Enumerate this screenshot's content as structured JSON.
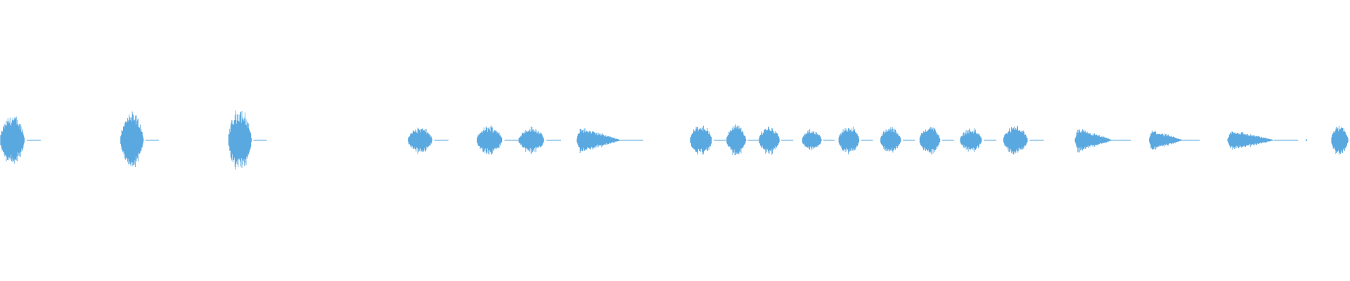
{
  "waveform": {
    "color": "#5aa8e0",
    "background": "#ffffff",
    "segments": [
      {
        "start": 0.0,
        "end": 0.02,
        "peak": 0.19,
        "shape": "blob"
      },
      {
        "start": 0.089,
        "end": 0.108,
        "peak": 0.21,
        "shape": "blob"
      },
      {
        "start": 0.169,
        "end": 0.188,
        "peak": 0.24,
        "shape": "blob"
      },
      {
        "start": 0.302,
        "end": 0.322,
        "peak": 0.1,
        "shape": "blob"
      },
      {
        "start": 0.353,
        "end": 0.374,
        "peak": 0.11,
        "shape": "blob"
      },
      {
        "start": 0.384,
        "end": 0.405,
        "peak": 0.1,
        "shape": "blob"
      },
      {
        "start": 0.427,
        "end": 0.46,
        "peak": 0.1,
        "shape": "taper"
      },
      {
        "start": 0.511,
        "end": 0.529,
        "peak": 0.12,
        "shape": "blob"
      },
      {
        "start": 0.538,
        "end": 0.554,
        "peak": 0.12,
        "shape": "blob"
      },
      {
        "start": 0.562,
        "end": 0.579,
        "peak": 0.11,
        "shape": "blob"
      },
      {
        "start": 0.594,
        "end": 0.61,
        "peak": 0.08,
        "shape": "blob"
      },
      {
        "start": 0.621,
        "end": 0.638,
        "peak": 0.11,
        "shape": "blob"
      },
      {
        "start": 0.652,
        "end": 0.669,
        "peak": 0.1,
        "shape": "blob"
      },
      {
        "start": 0.681,
        "end": 0.698,
        "peak": 0.11,
        "shape": "blob"
      },
      {
        "start": 0.711,
        "end": 0.729,
        "peak": 0.09,
        "shape": "blob"
      },
      {
        "start": 0.743,
        "end": 0.763,
        "peak": 0.11,
        "shape": "blob"
      },
      {
        "start": 0.796,
        "end": 0.824,
        "peak": 0.09,
        "shape": "taper"
      },
      {
        "start": 0.851,
        "end": 0.876,
        "peak": 0.08,
        "shape": "taper"
      },
      {
        "start": 0.909,
        "end": 0.944,
        "peak": 0.08,
        "shape": "taper"
      },
      {
        "start": 0.967,
        "end": 0.968,
        "peak": 0.01,
        "shape": "blob"
      },
      {
        "start": 0.986,
        "end": 1.0,
        "peak": 0.12,
        "shape": "blob"
      }
    ]
  }
}
